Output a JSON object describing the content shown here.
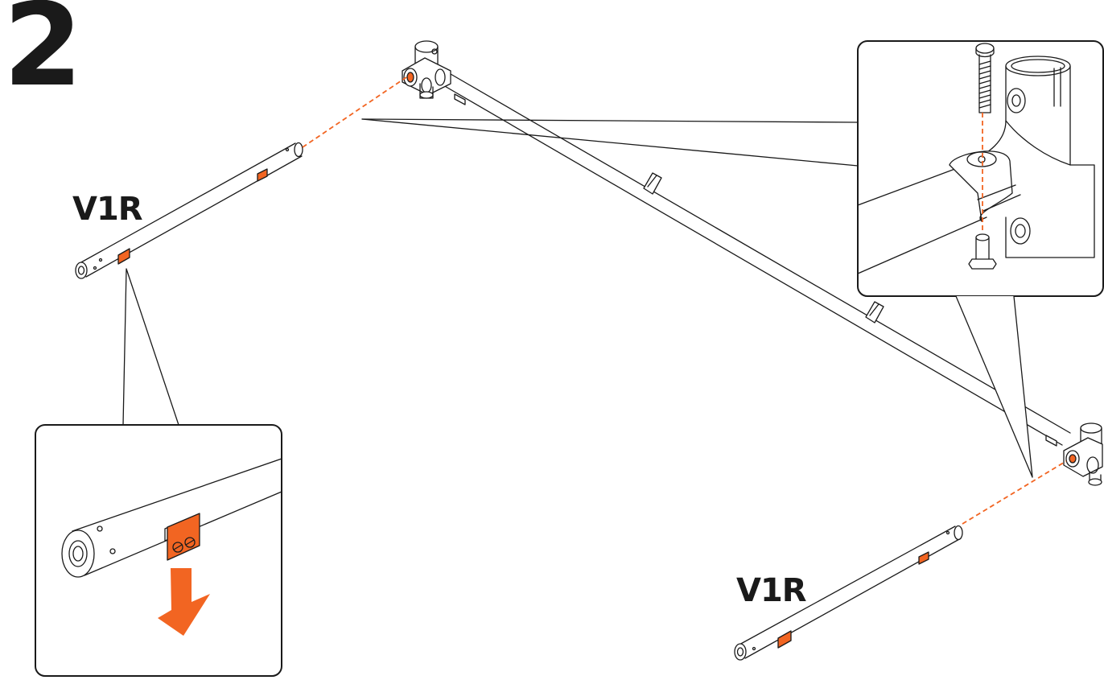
{
  "step": {
    "number": "2"
  },
  "parts": {
    "left_tube_label": "V1R",
    "right_tube_label": "V1R"
  },
  "colors": {
    "accent": "#f26522",
    "line": "#1a1a1a",
    "background": "#ffffff"
  },
  "icons": {
    "arrow": "arrow-down-icon",
    "bolt": "bolt-icon",
    "nut": "nut-icon"
  }
}
